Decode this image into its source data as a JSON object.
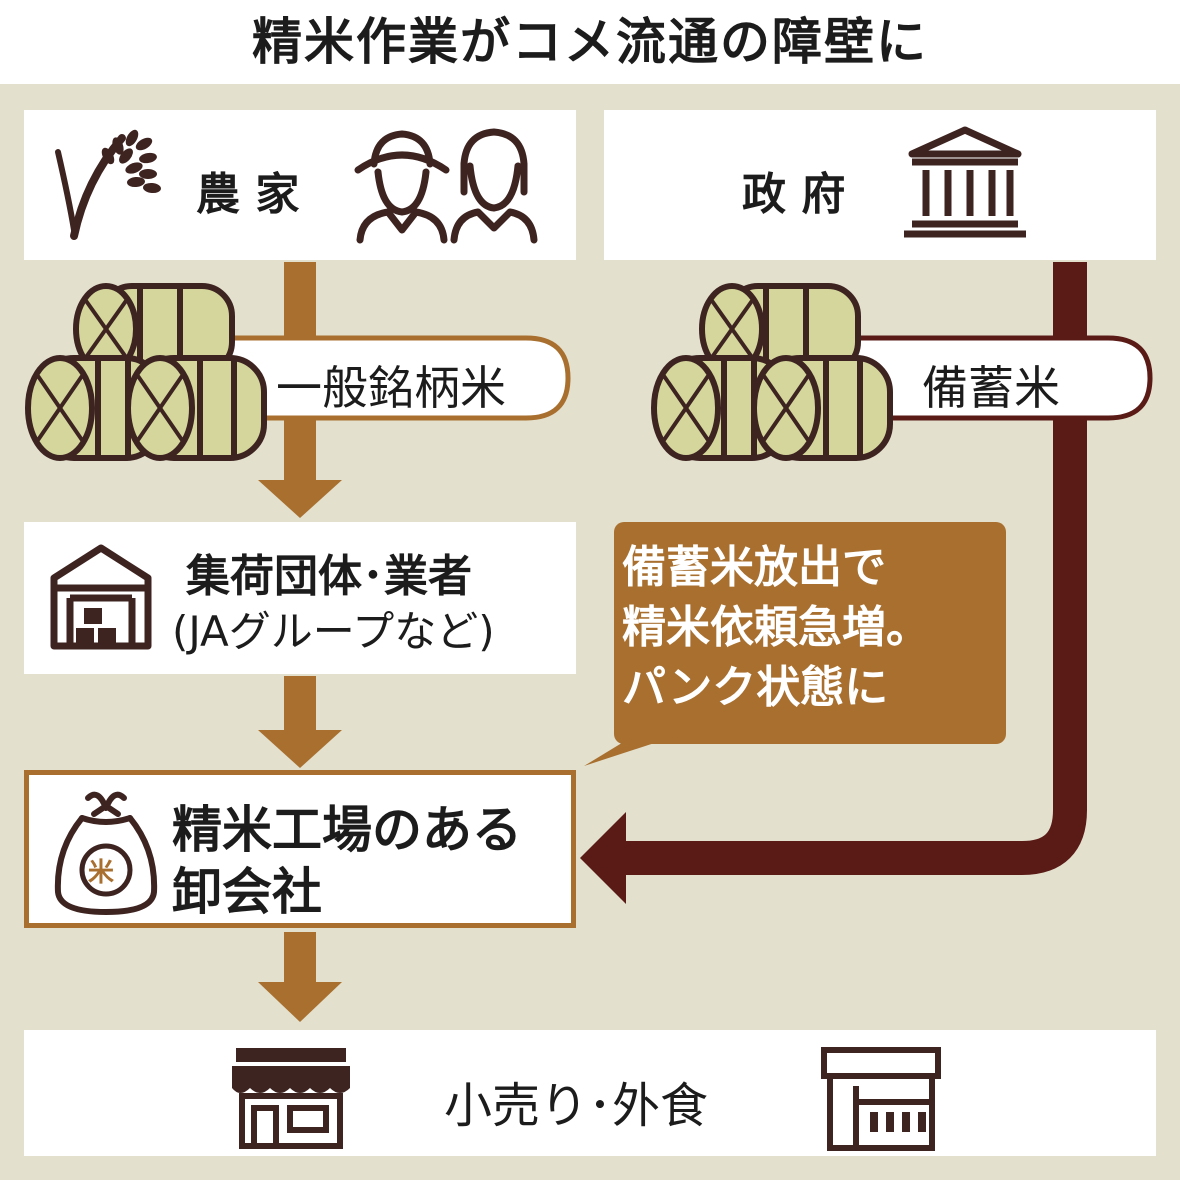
{
  "title": "精米作業がコメ流通の障壁に",
  "colors": {
    "background": "#e3e0cd",
    "brown_arrow": "#a86f2f",
    "dark_arrow": "#5a1a16",
    "callout": "#a86f2f",
    "outline": "#3e2421",
    "rice_fill": "#d4d69c"
  },
  "nodes": {
    "farmer": {
      "label": "農 家"
    },
    "government": {
      "label": "政 府"
    },
    "general_rice": {
      "label": "一般銘柄米"
    },
    "reserve_rice": {
      "label": "備蓄米"
    },
    "collector": {
      "line1": "集荷団体･業者",
      "line2": "(JAグループなど)"
    },
    "wholesaler": {
      "line1": "精米工場のある",
      "line2": "卸会社"
    },
    "retail": {
      "label": "小売り･外食"
    }
  },
  "callout": {
    "line1": "備蓄米放出で",
    "line2": "精米依頼急増。",
    "line3": "パンク状態に"
  },
  "icons": {
    "rice_stalk": "rice-stalk-icon",
    "farmers": "farmers-icon",
    "government": "government-building-icon",
    "bales": "rice-bales-icon",
    "warehouse": "warehouse-icon",
    "rice_bag": "rice-bag-icon",
    "rice_bag_mark": "米",
    "store": "store-icon",
    "restaurant": "restaurant-icon"
  }
}
